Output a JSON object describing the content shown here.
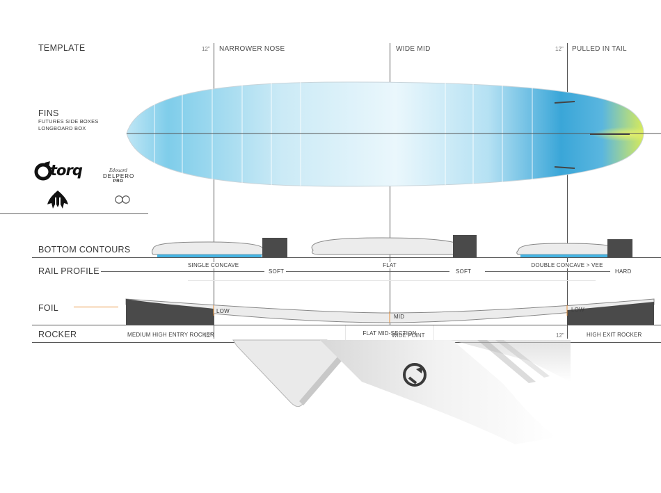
{
  "sections": {
    "template": "TEMPLATE",
    "fins": "FINS",
    "fins_sub1": "FUTURES SIDE BOXES",
    "fins_sub2": "LONGBOARD BOX",
    "bottom_contours": "BOTTOM  CONTOURS",
    "rail_profile": "RAIL PROFILE",
    "foil": "FOIL",
    "rocker": "ROCKER"
  },
  "template_headers": {
    "nose_inch": "12\"",
    "nose": "NARROWER NOSE",
    "mid": "WIDE MID",
    "tail_inch": "12\"",
    "tail": "PULLED IN TAIL"
  },
  "bottom_contours": {
    "nose": "SINGLE CONCAVE",
    "mid": "FLAT",
    "tail": "DOUBLE CONCAVE > VEE"
  },
  "rail_profile": {
    "nose": "SOFT",
    "mid": "SOFT",
    "tail": "HARD"
  },
  "foil": {
    "nose": "LOW",
    "mid": "MID",
    "tail": "LOW"
  },
  "rocker": {
    "nose": "MEDIUM HIGH ENTRY ROCKER",
    "mid": "FLAT MID-SECTION",
    "tail": "HIGH EXIT ROCKER"
  },
  "bottom_markers": {
    "nose_inch": "12\"",
    "wide_point": "WIDE POINT",
    "tail_inch": "12\""
  },
  "logos": {
    "torq": "torq",
    "delpero_signature": "Edouard",
    "delpero_name": "DELPERO",
    "delpero_pro": "PRO"
  },
  "colors": {
    "accent_orange": "#e8913a",
    "board_blue": "#3aa6d8",
    "board_light": "#dff3fb",
    "tail_yellow": "#d7ea5a",
    "contour_blue": "#45b4e3",
    "dark_block": "#4a4a4a"
  }
}
